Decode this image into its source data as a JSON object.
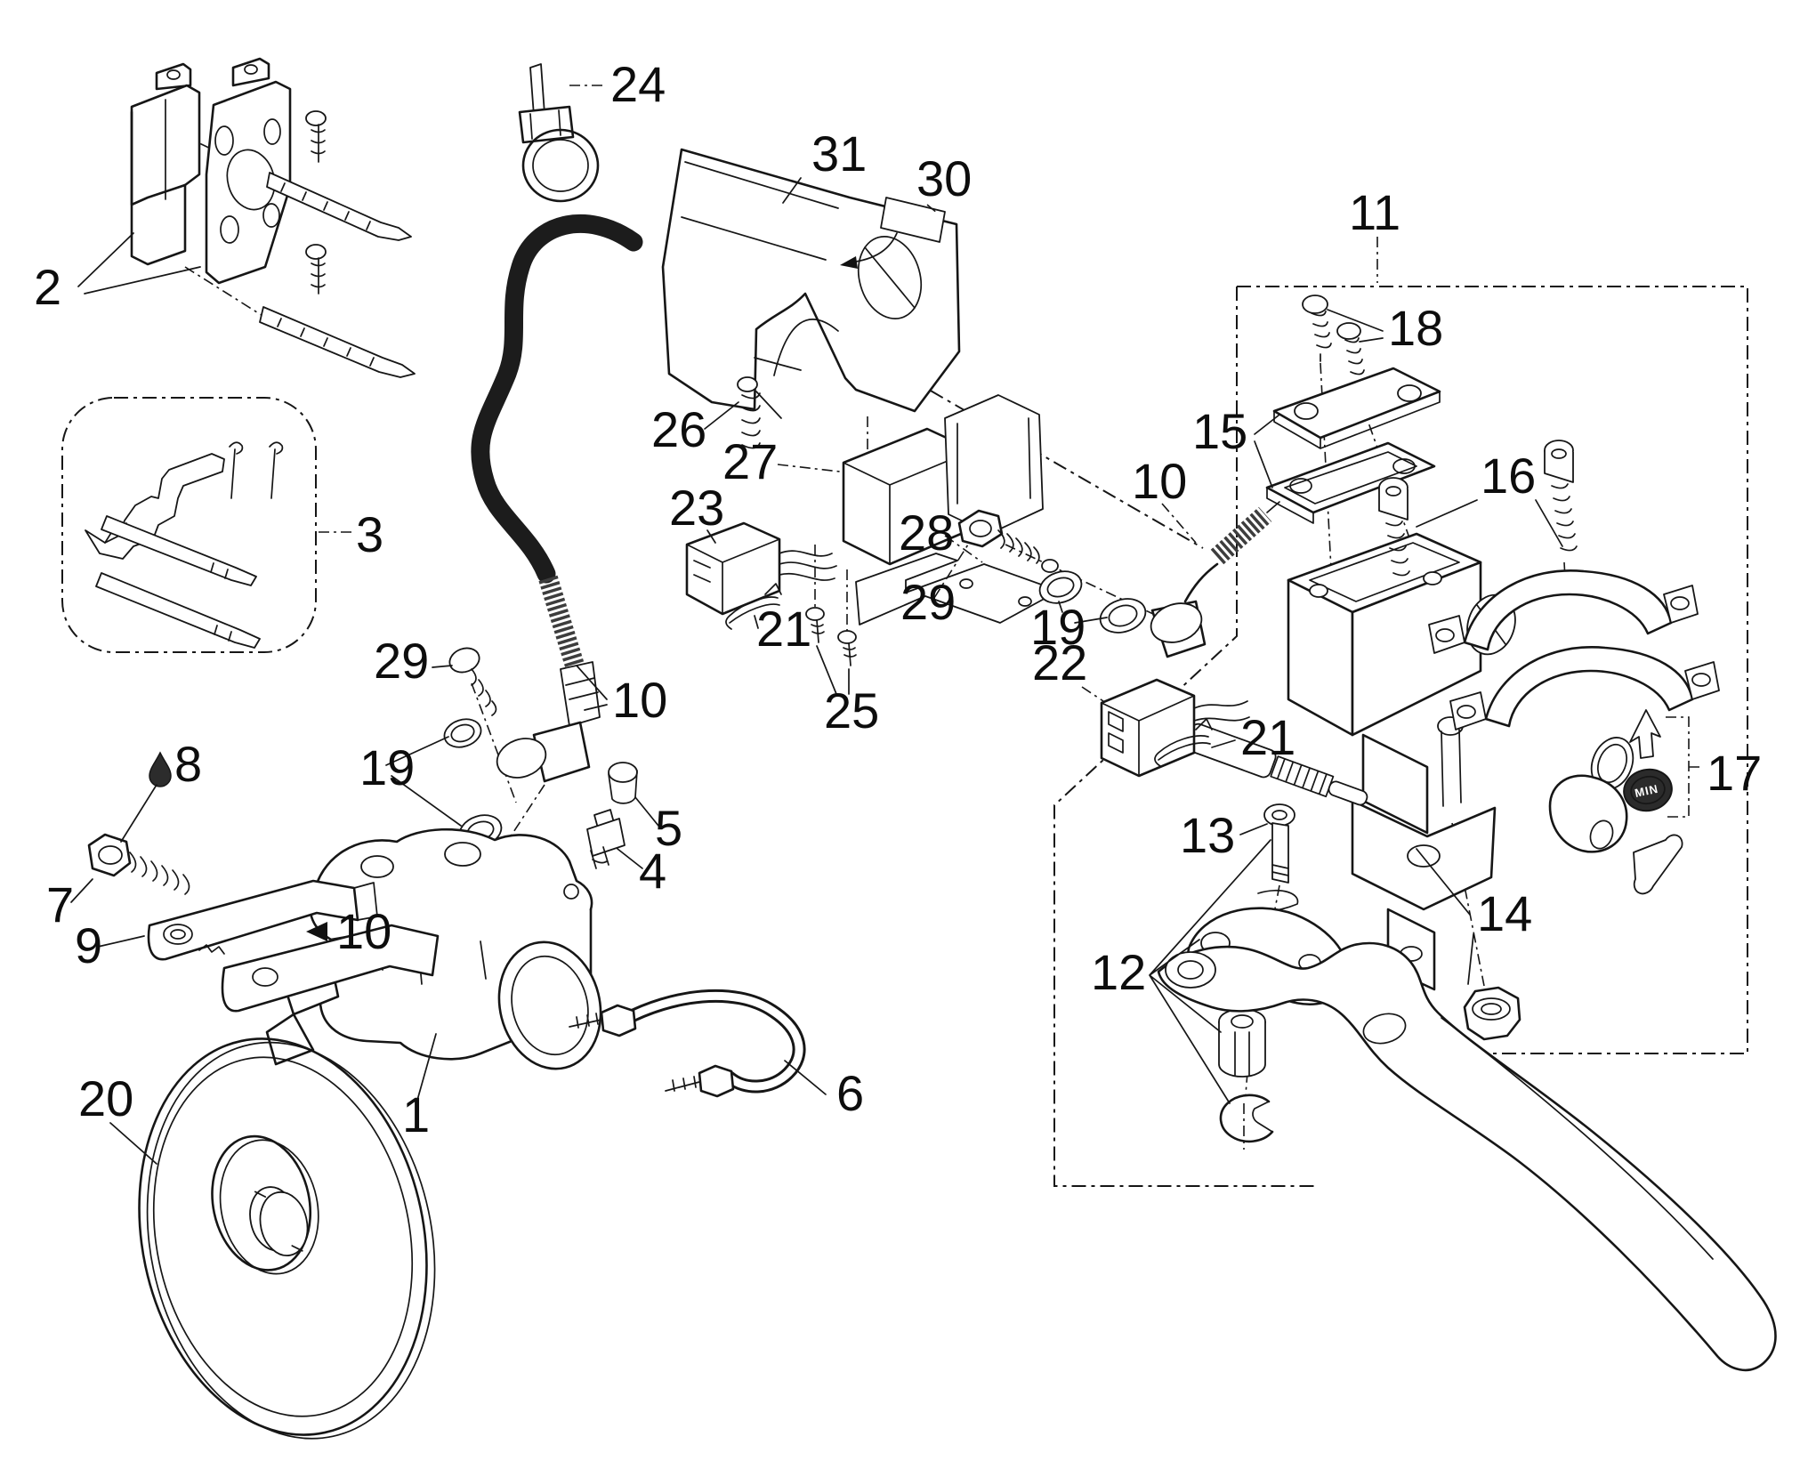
{
  "diagram": {
    "type": "exploded-parts-diagram",
    "subject": "brake-system-caliper-disc-hose-and-master-cylinder",
    "style_note": "black line art on white background",
    "min_cap_text": "MIN",
    "callouts": {
      "c1": "1",
      "c2": "2",
      "c3": "3",
      "c4": "4",
      "c5": "5",
      "c6": "6",
      "c7": "7",
      "c8": "8",
      "c9": "9",
      "c10a": "10",
      "c10b": "10",
      "c10c": "10",
      "c11": "11",
      "c12": "12",
      "c13": "13",
      "c14": "14",
      "c15": "15",
      "c16": "16",
      "c17": "17",
      "c18": "18",
      "c19a": "19",
      "c19b": "19",
      "c20": "20",
      "c21a": "21",
      "c21b": "21",
      "c22": "22",
      "c23": "23",
      "c24": "24",
      "c25": "25",
      "c26": "26",
      "c27": "27",
      "c28": "28",
      "c29a": "29",
      "c29b": "29",
      "c30": "30",
      "c31": "31"
    }
  }
}
